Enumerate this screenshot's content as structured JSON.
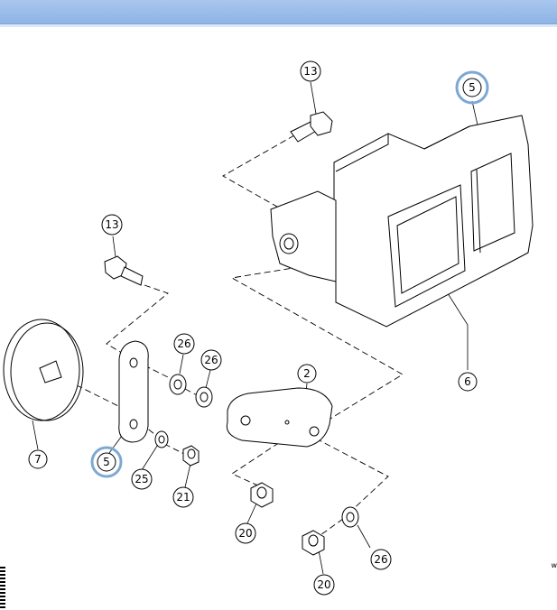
{
  "header": {
    "bar_color": "#9dbdea"
  },
  "diagram": {
    "highlight_color": "#7ea8d4",
    "line_color": "#000000",
    "callouts": [
      {
        "id": "c13a",
        "label": "13"
      },
      {
        "id": "c5a",
        "label": "5",
        "highlighted": true
      },
      {
        "id": "c13b",
        "label": "13"
      },
      {
        "id": "c26a",
        "label": "26"
      },
      {
        "id": "c26b",
        "label": "26"
      },
      {
        "id": "c2",
        "label": "2"
      },
      {
        "id": "c6",
        "label": "6"
      },
      {
        "id": "c7",
        "label": "7"
      },
      {
        "id": "c5b",
        "label": "5",
        "highlighted": true
      },
      {
        "id": "c25",
        "label": "25"
      },
      {
        "id": "c21",
        "label": "21"
      },
      {
        "id": "c20a",
        "label": "20"
      },
      {
        "id": "c26c",
        "label": "26"
      },
      {
        "id": "c20b",
        "label": "20"
      }
    ]
  },
  "edge_text": {
    "right": "w"
  }
}
